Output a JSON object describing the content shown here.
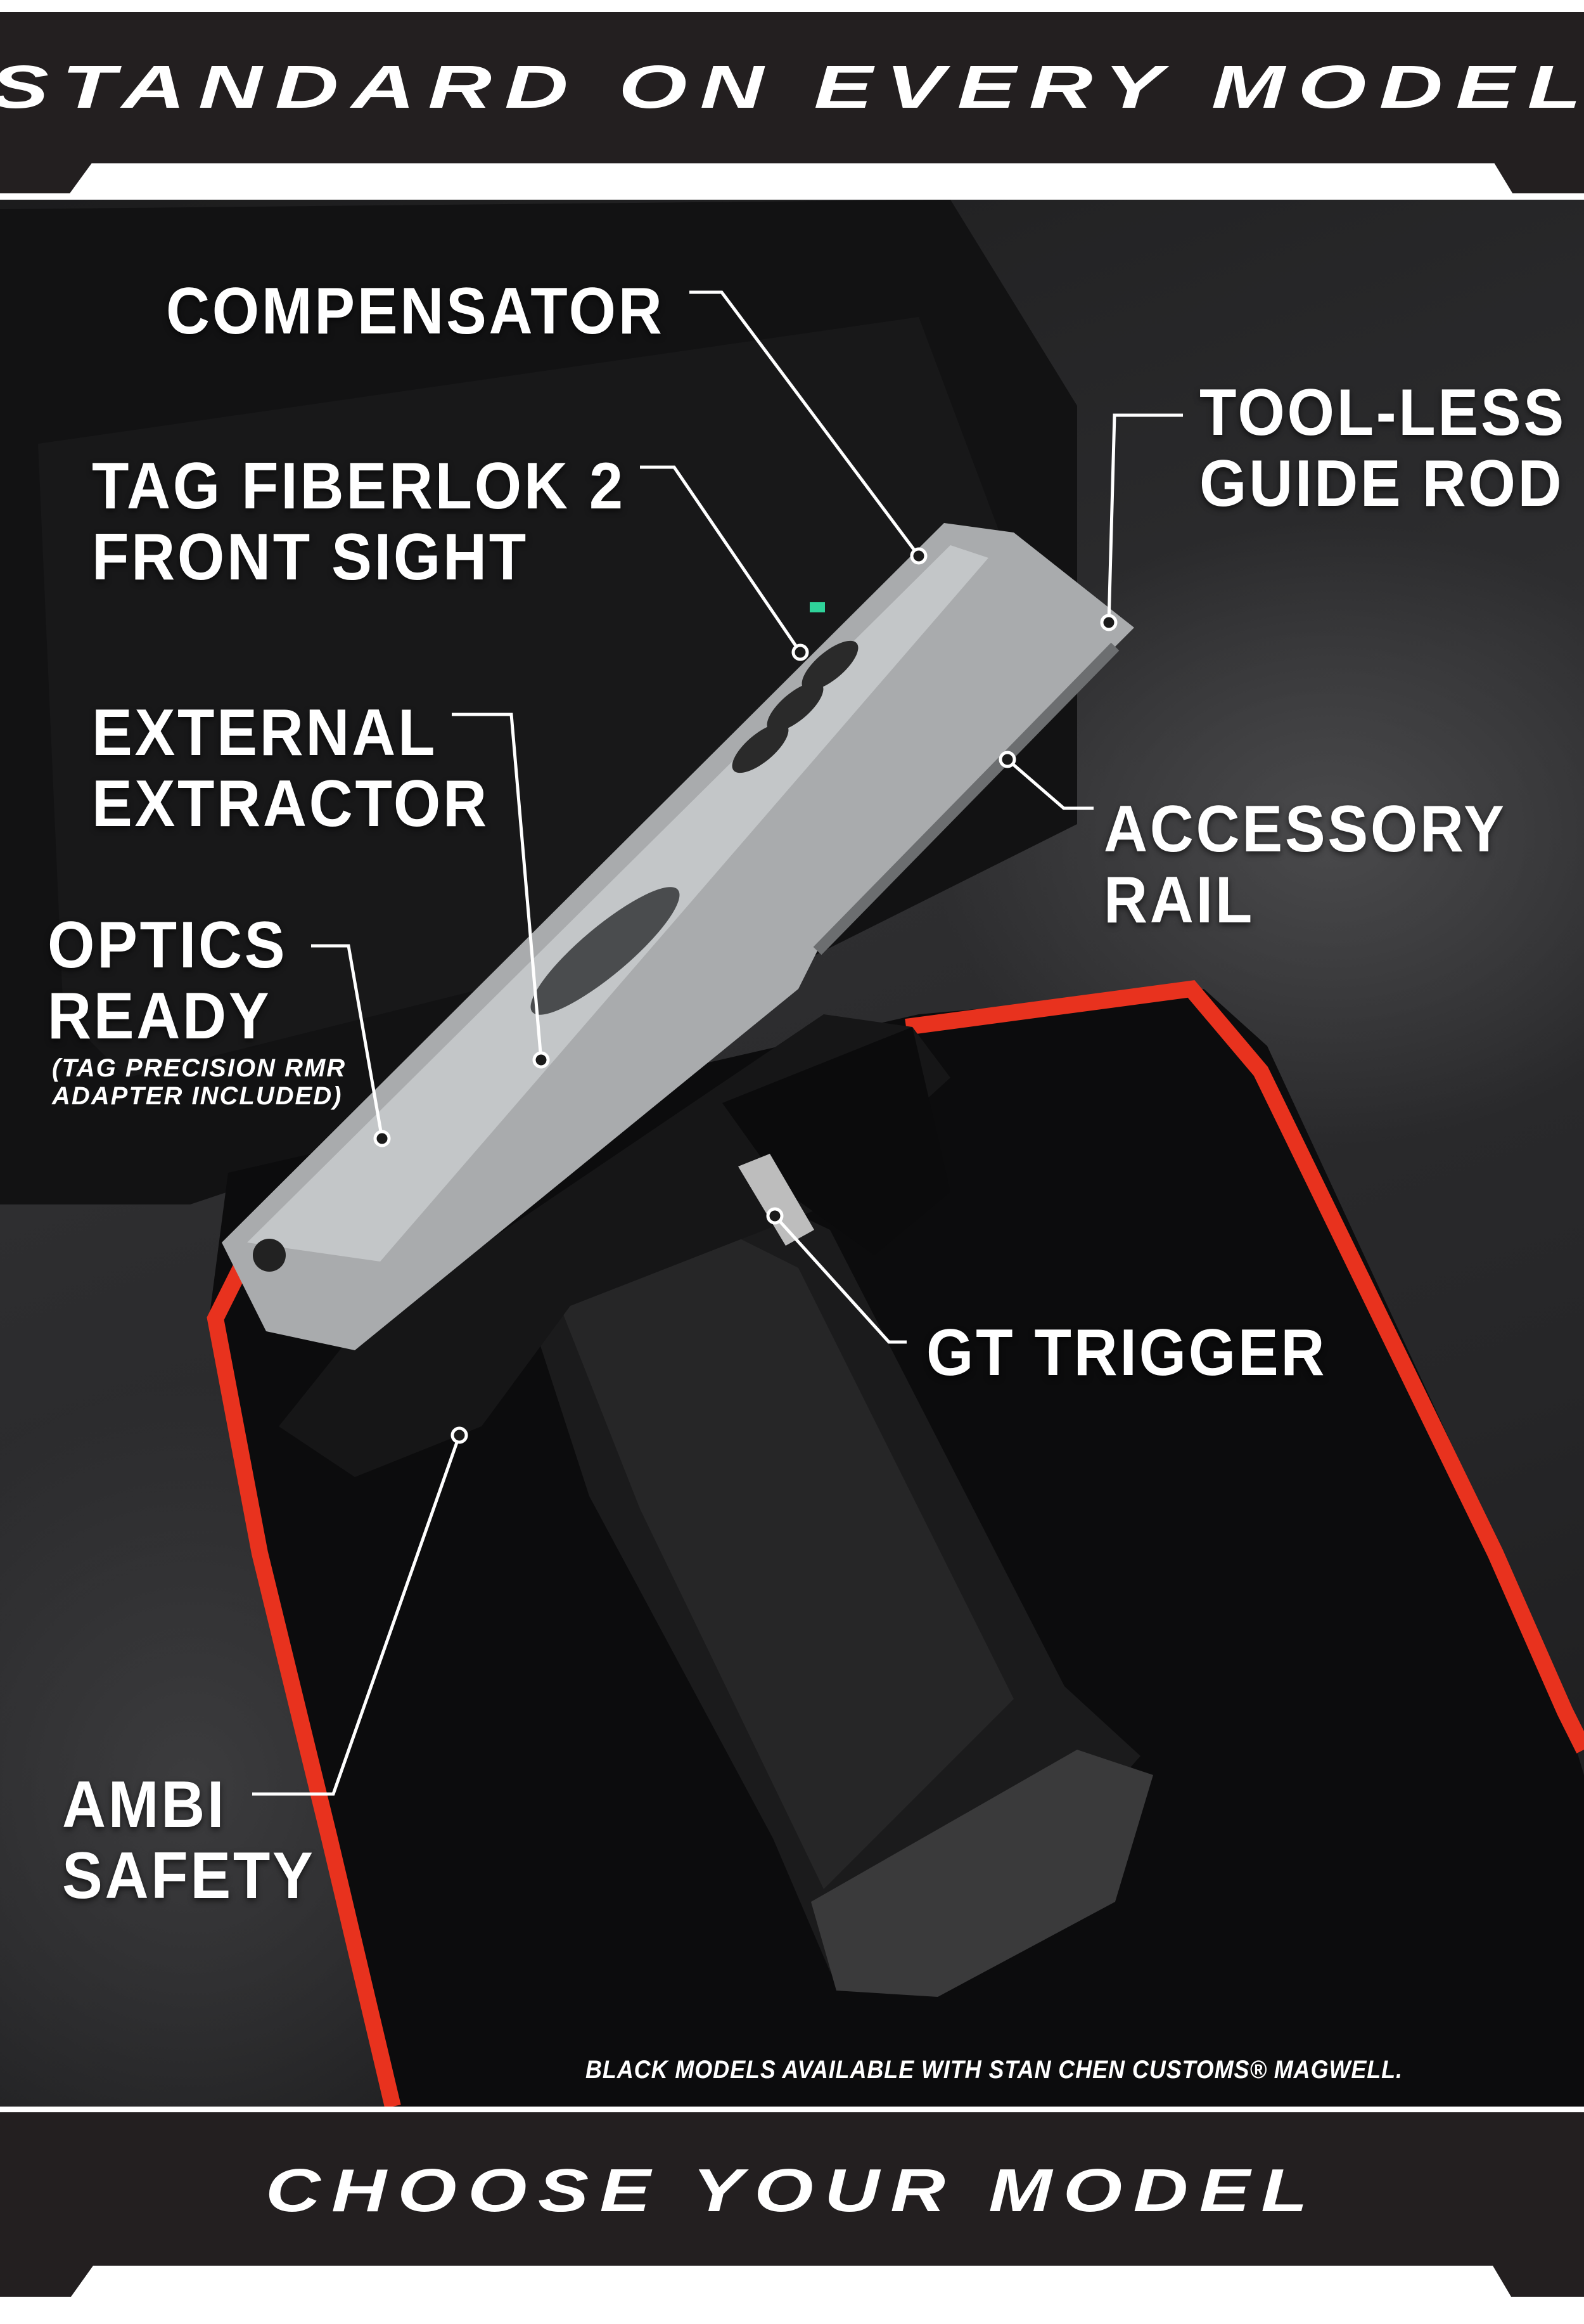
{
  "header": {
    "title": "STANDARD ON EVERY MODEL"
  },
  "features": {
    "compensator": [
      "COMPENSATOR"
    ],
    "front_sight": [
      "TAG FIBERLOK 2",
      "FRONT SIGHT"
    ],
    "guide_rod": [
      "TOOL-LESS",
      "GUIDE ROD"
    ],
    "extractor": [
      "EXTERNAL",
      "EXTRACTOR"
    ],
    "rail": [
      "ACCESSORY",
      "RAIL"
    ],
    "optics": [
      "OPTICS",
      "READY"
    ],
    "optics_note": [
      "(TAG PRECISION RMR",
      "ADAPTER INCLUDED)"
    ],
    "trigger": [
      "GT TRIGGER"
    ],
    "safety": [
      "AMBI",
      "SAFETY"
    ]
  },
  "disclaimer": "BLACK MODELS AVAILABLE WITH STAN CHEN CUSTOMS® MAGWELL.",
  "footer": {
    "cta": "CHOOSE YOUR MODEL"
  },
  "colors": {
    "bar": "#231f20",
    "accent_red": "#e8321e",
    "text": "#ffffff"
  }
}
